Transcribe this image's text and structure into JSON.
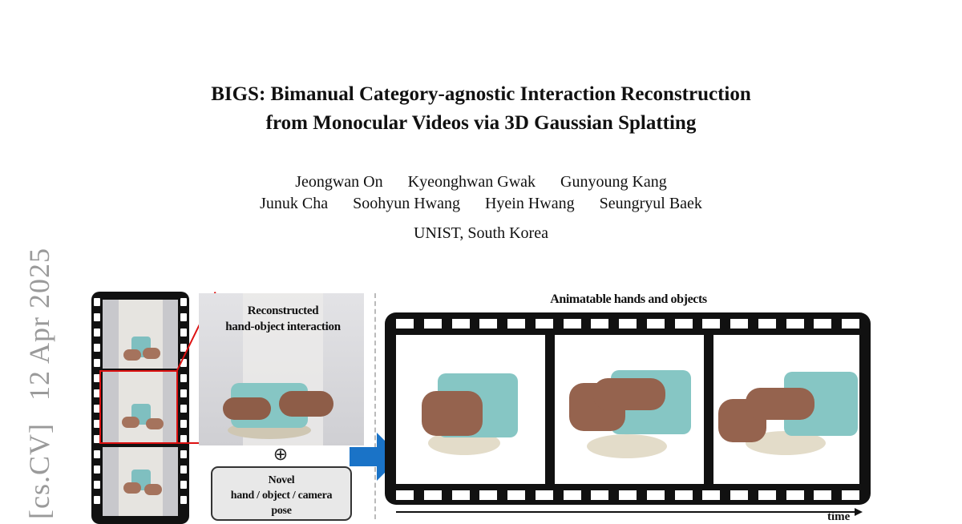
{
  "paper": {
    "title_line1": "BIGS: Bimanual Category-agnostic Interaction Reconstruction",
    "title_line2": "from Monocular Videos via 3D Gaussian Splatting",
    "authors_line1": [
      "Jeongwan On",
      "Kyeonghwan Gwak",
      "Gunyoung Kang"
    ],
    "authors_line2": [
      "Junuk Cha",
      "Soohyun Hwang",
      "Hyein Hwang",
      "Seungryul Baek"
    ],
    "affiliation": "UNIST, South Korea",
    "arxiv_category": "[cs.CV]",
    "arxiv_date": "12 Apr 2025"
  },
  "figure": {
    "reconstructed_label_line1": "Reconstructed",
    "reconstructed_label_line2": "hand-object interaction",
    "plus_symbol": "⊕",
    "novel_line1": "Novel",
    "novel_line2": "hand / object / camera",
    "novel_line3": "pose",
    "animatable_title": "Animatable hands and objects",
    "time_label": "time",
    "colors": {
      "selection_box": "#dd1111",
      "arrow": "#1a73c7",
      "film": "#111111"
    }
  }
}
